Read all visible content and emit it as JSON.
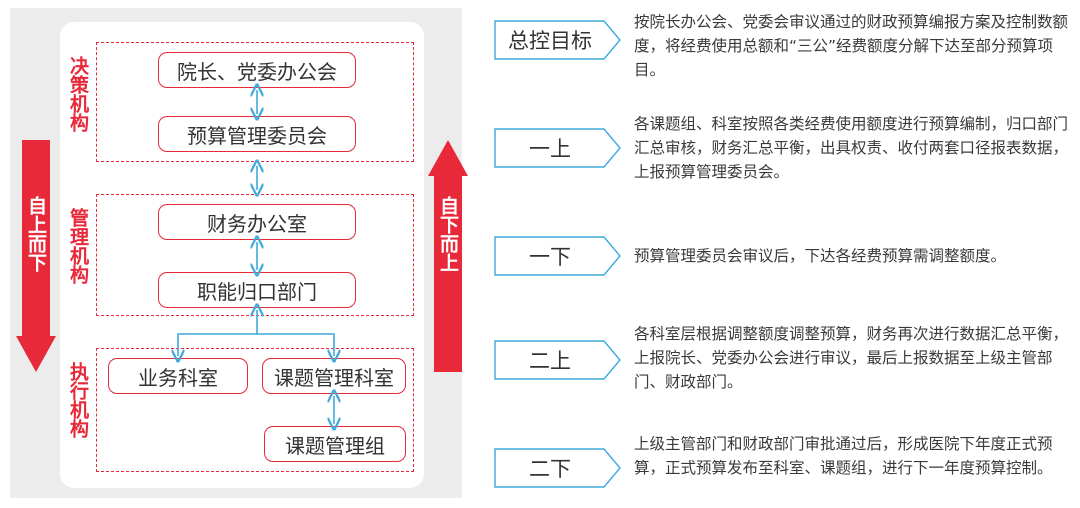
{
  "left": {
    "left_arrow": "自上而下",
    "right_arrow": "自下而上",
    "sections": [
      {
        "label": "决策机构"
      },
      {
        "label": "管理机构"
      },
      {
        "label": "执行机构"
      }
    ],
    "nodes": {
      "president_office": "院长、党委办公会",
      "budget_committee": "预算管理委员会",
      "finance_office": "财务办公室",
      "functional_dept": "职能归口部门",
      "business_dept": "业务科室",
      "project_dept": "课题管理科室",
      "project_group": "课题管理组"
    }
  },
  "steps": [
    {
      "tag": "总控目标",
      "desc": "按院长办公会、党委会审议通过的财政预算编报方案及控制数额度，将经费使用总额和“三公”经费额度分解下达至部分预算项目。"
    },
    {
      "tag": "一上",
      "desc": "各课题组、科室按照各类经费使用额度进行预算编制，归口部门汇总审核，财务汇总平衡，出具权责、收付两套口径报表数据，上报预算管理委员会。"
    },
    {
      "tag": "一下",
      "desc": "预算管理委员会审议后，下达各经费预算需调整额度。"
    },
    {
      "tag": "二上",
      "desc": "各科室层根据调整额度调整预算，财务再次进行数据汇总平衡，上报院长、党委办公会进行审议，最后上报数据至上级主管部门、财政部门。"
    },
    {
      "tag": "二下",
      "desc": "上级主管部门和财政部门审批通过后，形成医院下年度正式预算，正式预算发布至科室、课题组，进行下一年度预算控制。"
    }
  ],
  "colors": {
    "accent": "#e8293a",
    "connector": "#3fa9dc",
    "tag_border": "#3fa9dc"
  }
}
